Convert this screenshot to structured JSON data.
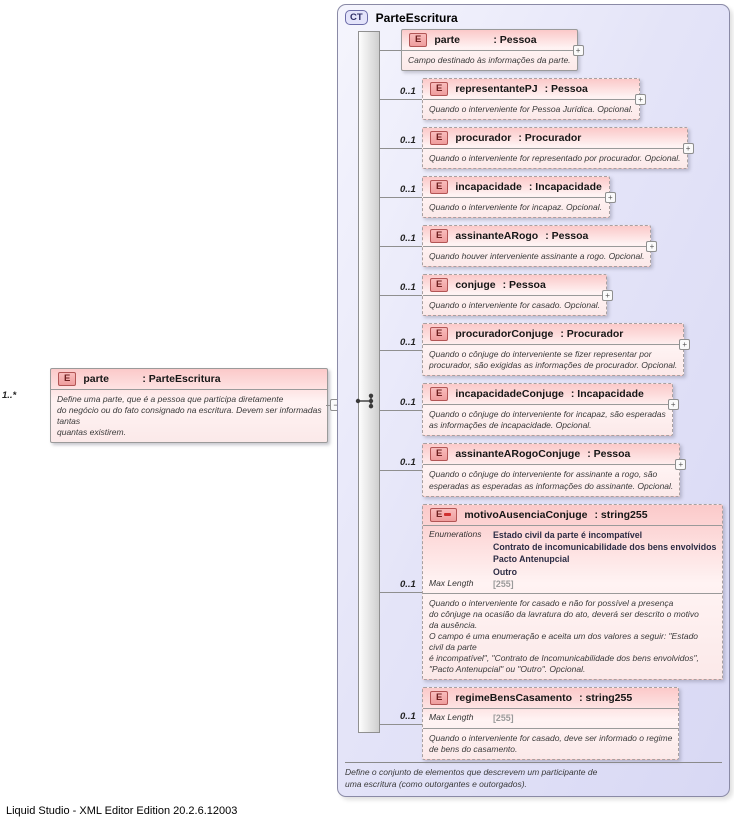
{
  "page": {
    "footer": "Liquid Studio - XML Editor Edition 20.2.6.12003"
  },
  "source": {
    "cardinality": "1..*",
    "badge": "E",
    "name": "parte",
    "type": ": ParteEscritura",
    "collapse_glyph": "−",
    "annotation": "Define uma parte, que é a pessoa que participa diretamente\ndo negócio ou do fato consignado na escritura. Devem ser informadas\ntantas\nquantas existirem."
  },
  "complex_type": {
    "badge": "CT",
    "title": "ParteEscritura",
    "footer_annotation": "Define o conjunto de elementos que descrevem um participante de\numa escritura (como outorgantes e outorgados).",
    "facet_labels": {
      "enumerations": "Enumerations",
      "max_length": "Max Length"
    },
    "expand_glyph": "+",
    "elements": [
      {
        "badge": "E",
        "badge_variant": "plain",
        "name": "parte",
        "type": ": Pessoa",
        "cardinality": "",
        "optional": false,
        "expandable": true,
        "annotation": "Campo destinado às informações da parte."
      },
      {
        "badge": "E",
        "badge_variant": "plain",
        "name": "representantePJ",
        "type": ": Pessoa",
        "cardinality": "0..1",
        "optional": true,
        "expandable": true,
        "annotation": "Quando o interveniente for Pessoa Jurídica. Opcional."
      },
      {
        "badge": "E",
        "badge_variant": "plain",
        "name": "procurador",
        "type": ": Procurador",
        "cardinality": "0..1",
        "optional": true,
        "expandable": true,
        "annotation": "Quando o interveniente for representado por procurador. Opcional."
      },
      {
        "badge": "E",
        "badge_variant": "plain",
        "name": "incapacidade",
        "type": ": Incapacidade",
        "cardinality": "0..1",
        "optional": true,
        "expandable": true,
        "annotation": "Quando o interveniente for incapaz. Opcional."
      },
      {
        "badge": "E",
        "badge_variant": "plain",
        "name": "assinanteARogo",
        "type": ": Pessoa",
        "cardinality": "0..1",
        "optional": true,
        "expandable": true,
        "annotation": "Quando houver interveniente assinante a rogo. Opcional."
      },
      {
        "badge": "E",
        "badge_variant": "plain",
        "name": "conjuge",
        "type": ": Pessoa",
        "cardinality": "0..1",
        "optional": true,
        "expandable": true,
        "annotation": "Quando o interveniente for casado. Opcional."
      },
      {
        "badge": "E",
        "badge_variant": "plain",
        "name": "procuradorConjuge",
        "type": ": Procurador",
        "cardinality": "0..1",
        "optional": true,
        "expandable": true,
        "annotation": "Quando o cônjuge do interveniente se fizer representar por\nprocurador, são exigidas as informações de procurador. Opcional."
      },
      {
        "badge": "E",
        "badge_variant": "plain",
        "name": "incapacidadeConjuge",
        "type": ": Incapacidade",
        "cardinality": "0..1",
        "optional": true,
        "expandable": true,
        "annotation": "Quando o cônjuge do interveniente for incapaz, são esperadas\nas informações de incapacidade. Opcional."
      },
      {
        "badge": "E",
        "badge_variant": "plain",
        "name": "assinanteARogoConjuge",
        "type": ": Pessoa",
        "cardinality": "0..1",
        "optional": true,
        "expandable": true,
        "annotation": "Quando o cônjuge do interveniente for assinante a rogo, são\nesperadas as esperadas as informações do assinante. Opcional."
      },
      {
        "badge": "E",
        "badge_variant": "enum",
        "name": "motivoAusenciaConjuge",
        "type": ": string255",
        "cardinality": "0..1",
        "optional": true,
        "expandable": false,
        "facets": {
          "enumerations": [
            "Estado civil da parte é incompatível",
            "Contrato de incomunicabilidade dos bens envolvidos",
            "Pacto Antenupcial",
            "Outro"
          ],
          "max_length": "[255]"
        },
        "annotation": "Quando o interveniente for casado e não for possível a presença\ndo cônjuge na ocasião da lavratura do ato, deverá ser descrito o motivo\nda ausência.\nO campo é uma enumeração e aceita um dos valores a seguir: \"Estado\ncivil da parte\né incompatível\", \"Contrato de Incomunicabilidade dos bens envolvidos\",\n\"Pacto Antenupcial\" ou \"Outro\". Opcional."
      },
      {
        "badge": "E",
        "badge_variant": "plain",
        "name": "regimeBensCasamento",
        "type": ": string255",
        "cardinality": "0..1",
        "optional": true,
        "expandable": false,
        "facets": {
          "max_length": "[255]"
        },
        "annotation": "Quando o interveniente for casado, deve ser informado o regime\nde bens do casamento."
      }
    ]
  }
}
